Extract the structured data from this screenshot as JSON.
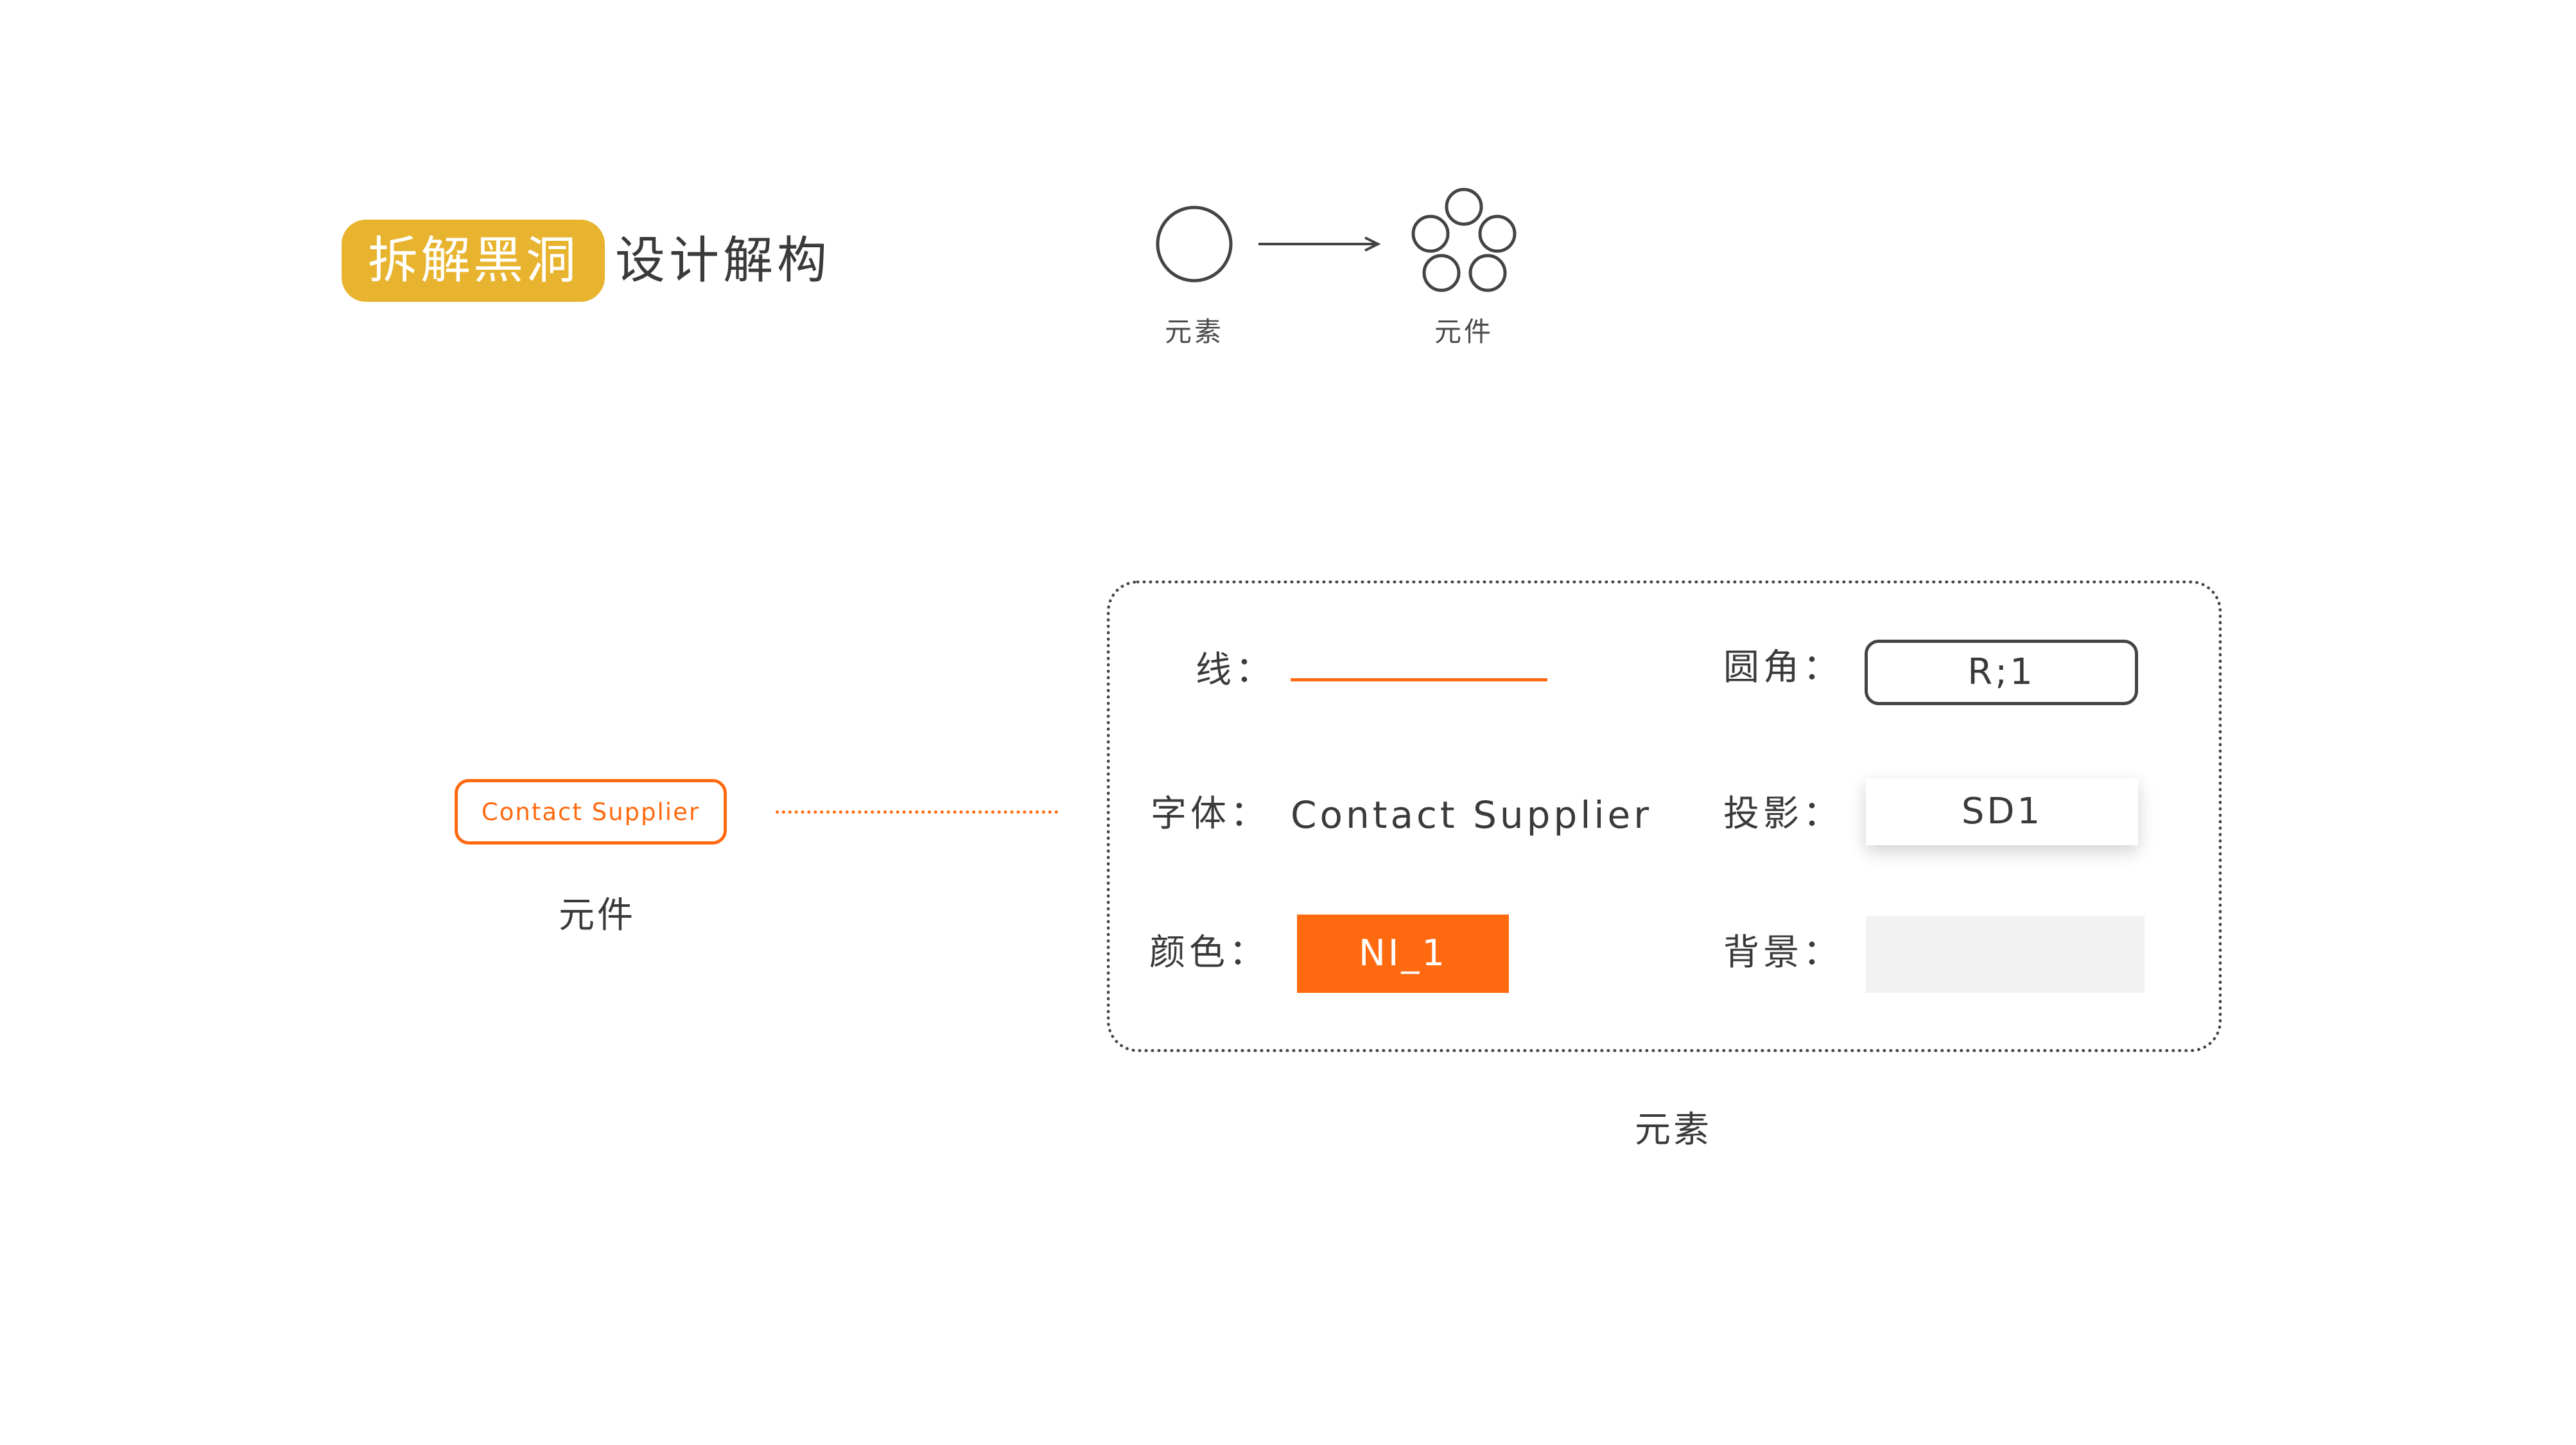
{
  "title": {
    "highlight": "拆解黑洞",
    "rest": "设计解构"
  },
  "top_diagram": {
    "element_label": "元素",
    "component_label": "元件",
    "arrow_icon": "right-arrow-icon"
  },
  "component": {
    "button_label": "Contact Supplier",
    "caption": "元件"
  },
  "element_panel": {
    "line_label": "线：",
    "font_label": "字体：",
    "font_value": "Contact Supplier",
    "color_label": "颜色：",
    "color_value": "NI_1",
    "radius_label": "圆角：",
    "radius_value": "R;1",
    "shadow_label": "投影：",
    "shadow_value": "SD1",
    "background_label": "背景：",
    "caption": "元素"
  },
  "colors": {
    "accent_orange": "#ff6a10",
    "title_badge": "#e8b42f",
    "background_swatch": "#f2f2f2",
    "text": "#3a3a3a"
  }
}
